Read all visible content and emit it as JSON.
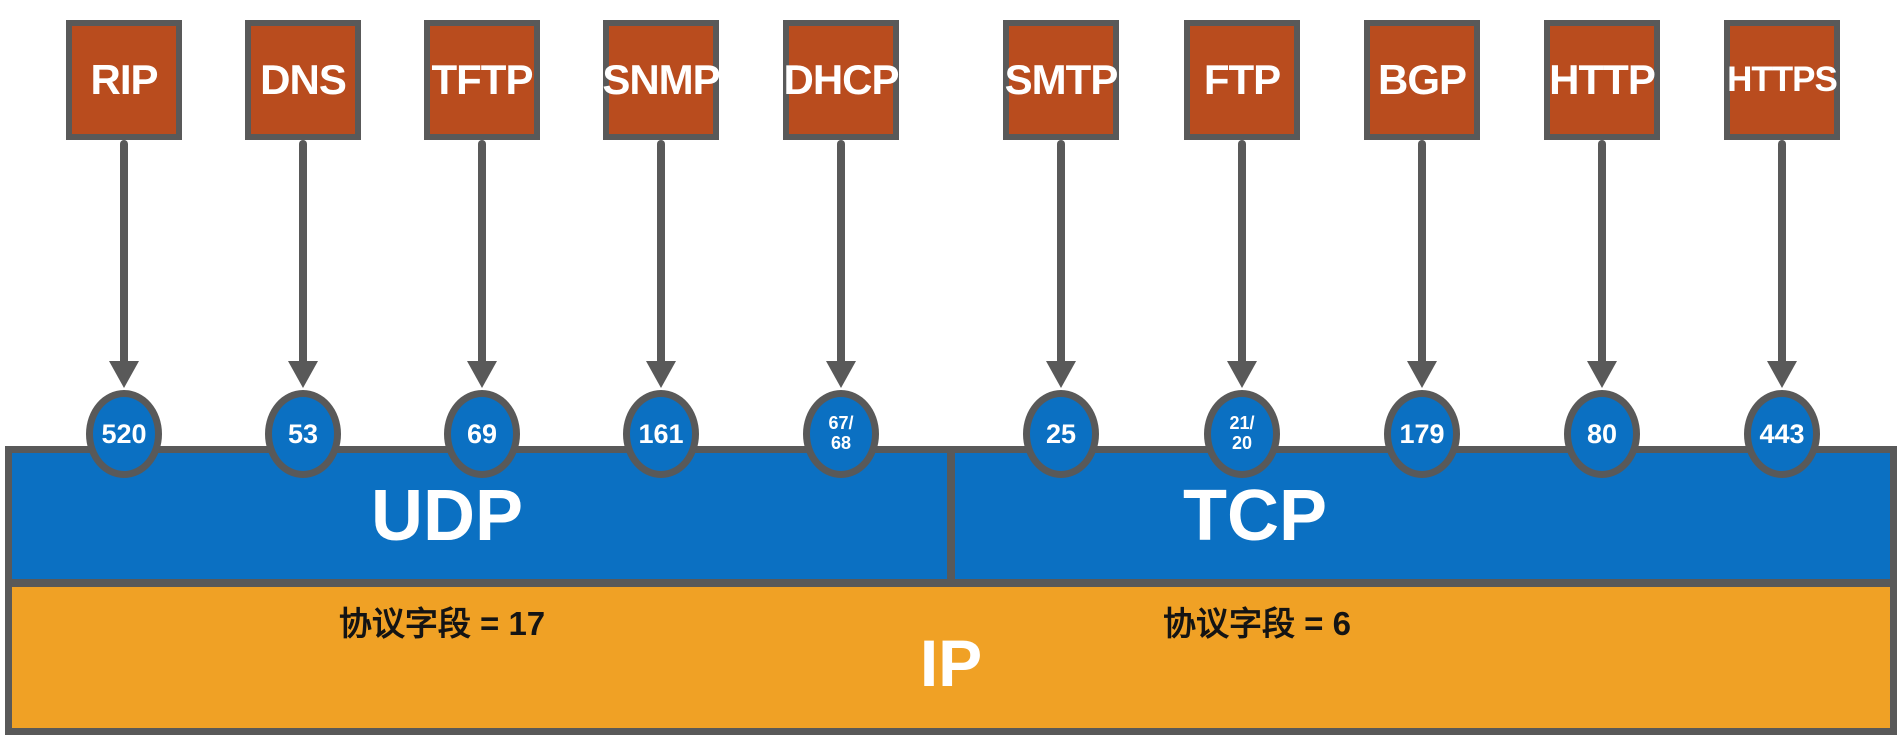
{
  "colors": {
    "box_fill": "#B94C1E",
    "outline": "#595959",
    "circle_fill": "#0B70C2",
    "bar_blue": "#0B70C2",
    "bar_orange": "#F0A125",
    "background": "#FFFFFF",
    "box_text": "#FFFFFF",
    "field_text": "#141414"
  },
  "protocols": [
    {
      "name": "RIP",
      "port": "520",
      "port_line1": "520",
      "port_line2": "",
      "transport": "UDP"
    },
    {
      "name": "DNS",
      "port": "53",
      "port_line1": "53",
      "port_line2": "",
      "transport": "UDP"
    },
    {
      "name": "TFTP",
      "port": "69",
      "port_line1": "69",
      "port_line2": "",
      "transport": "UDP"
    },
    {
      "name": "SNMP",
      "port": "161",
      "port_line1": "161",
      "port_line2": "",
      "transport": "UDP"
    },
    {
      "name": "DHCP",
      "port": "67/68",
      "port_line1": "67/",
      "port_line2": "68",
      "transport": "UDP"
    },
    {
      "name": "SMTP",
      "port": "25",
      "port_line1": "25",
      "port_line2": "",
      "transport": "TCP"
    },
    {
      "name": "FTP",
      "port": "21/20",
      "port_line1": "21/",
      "port_line2": "20",
      "transport": "TCP"
    },
    {
      "name": "BGP",
      "port": "179",
      "port_line1": "179",
      "port_line2": "",
      "transport": "TCP"
    },
    {
      "name": "HTTP",
      "port": "80",
      "port_line1": "80",
      "port_line2": "",
      "transport": "TCP"
    },
    {
      "name": "HTTPS",
      "port": "443",
      "port_line1": "443",
      "port_line2": "",
      "transport": "TCP"
    }
  ],
  "transport_layers": [
    {
      "label": "UDP",
      "ip_protocol_field": "协议字段 = 17"
    },
    {
      "label": "TCP",
      "ip_protocol_field": "协议字段 = 6"
    }
  ],
  "network_layer": {
    "label": "IP"
  }
}
